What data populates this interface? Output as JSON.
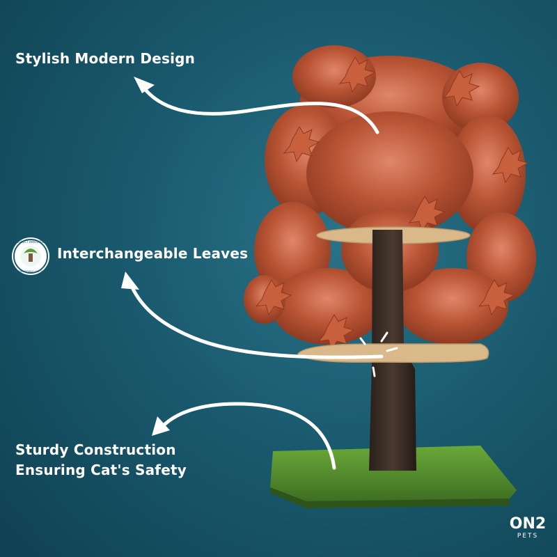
{
  "features": {
    "design": "Stylish Modern Design",
    "leaves": "Interchangeable Leaves",
    "sturdy_line1": "Sturdy Construction",
    "sturdy_line2": "Ensuring Cat's Safety"
  },
  "badge": {
    "top_text": "PRODUCT INNOVATION",
    "bottom_text": "INTERCHANGEABLE LEAF SYSTEM"
  },
  "brand": {
    "logo": "ON2",
    "sub": "PETS"
  },
  "colors": {
    "background": "#1a5a6e",
    "text": "#ffffff",
    "leaf": "#b8502e",
    "grass": "#4f8a2b",
    "trunk": "#3a2d26",
    "platform": "#d9b98a"
  }
}
